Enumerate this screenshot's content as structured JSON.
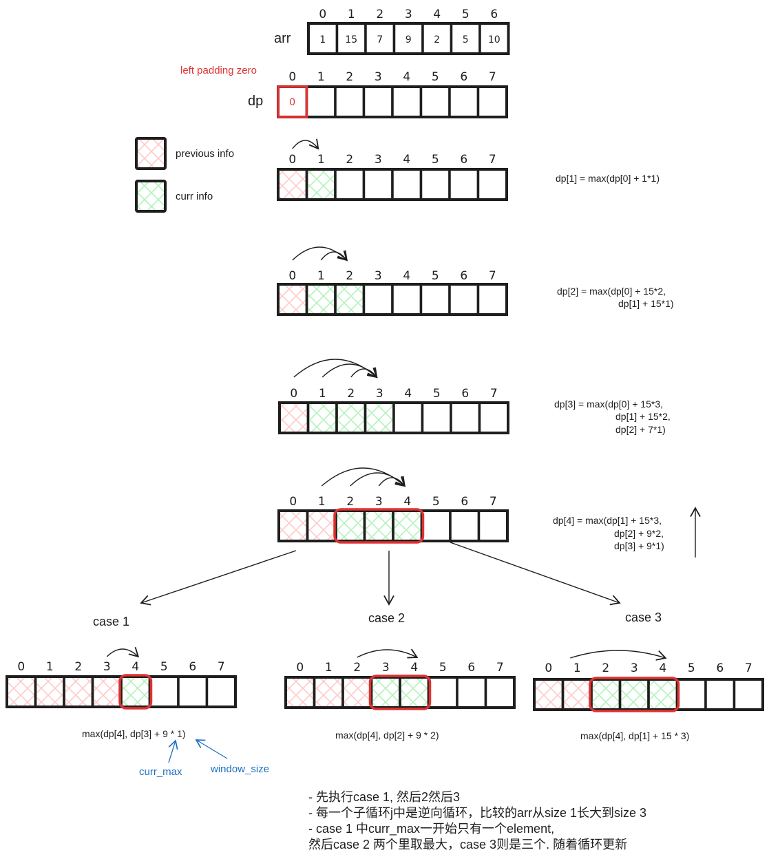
{
  "colors": {
    "stroke": "#1e1e1e",
    "highlight": "#e03131",
    "previous_hatch": "#ffc9c9",
    "current_hatch": "#b2f2bb",
    "annotation_blue": "#1971c2"
  },
  "arr": {
    "label": "arr",
    "indices": [
      "0",
      "1",
      "2",
      "3",
      "4",
      "5",
      "6"
    ],
    "values": [
      "1",
      "15",
      "7",
      "9",
      "2",
      "5",
      "10"
    ]
  },
  "dp": {
    "label": "dp",
    "indices": [
      "0",
      "1",
      "2",
      "3",
      "4",
      "5",
      "6",
      "7"
    ],
    "initial_value": "0",
    "padding_note": "left padding zero"
  },
  "legend": [
    {
      "label": "previous info",
      "kind": "previous"
    },
    {
      "label": "curr info",
      "kind": "current"
    }
  ],
  "steps": [
    {
      "indices": [
        "0",
        "1",
        "2",
        "3",
        "4",
        "5",
        "6",
        "7"
      ],
      "states": [
        "p",
        "c",
        "",
        "",
        "",
        "",
        "",
        ""
      ],
      "arc_sources": [
        0
      ],
      "arc_target": 1,
      "formula": [
        "dp[1] = max(dp[0] + 1*1)"
      ]
    },
    {
      "indices": [
        "0",
        "1",
        "2",
        "3",
        "4",
        "5",
        "6",
        "7"
      ],
      "states": [
        "p",
        "c",
        "c",
        "",
        "",
        "",
        "",
        ""
      ],
      "arc_sources": [
        0,
        1
      ],
      "arc_target": 2,
      "formula": [
        "dp[2] = max(dp[0] + 15*2,",
        "dp[1] + 15*1)"
      ]
    },
    {
      "indices": [
        "0",
        "1",
        "2",
        "3",
        "4",
        "5",
        "6",
        "7"
      ],
      "states": [
        "p",
        "c",
        "c",
        "c",
        "",
        "",
        "",
        ""
      ],
      "arc_sources": [
        0,
        1,
        2
      ],
      "arc_target": 3,
      "formula": [
        "dp[3] = max(dp[0] + 15*3,",
        "dp[1] + 15*2,",
        "dp[2] + 7*1)"
      ]
    },
    {
      "indices": [
        "0",
        "1",
        "2",
        "3",
        "4",
        "5",
        "6",
        "7"
      ],
      "states": [
        "p",
        "p",
        "c",
        "c",
        "c",
        "",
        "",
        ""
      ],
      "arc_sources": [
        1,
        2,
        3
      ],
      "arc_target": 4,
      "highlight": [
        2,
        4
      ],
      "formula": [
        "dp[4] = max(dp[1] + 15*3,",
        "dp[2] + 9*2,",
        "dp[3] + 9*1)"
      ]
    }
  ],
  "cases": [
    {
      "title": "case 1",
      "states": [
        "p",
        "p",
        "p",
        "p",
        "c",
        "",
        "",
        ""
      ],
      "highlight": [
        4,
        4
      ],
      "arc_source": 3,
      "arc_target": 4,
      "formula": "max(dp[4], dp[3] + 9 * 1)",
      "annotations": [
        {
          "label": "curr_max"
        },
        {
          "label": "window_size"
        }
      ]
    },
    {
      "title": "case 2",
      "states": [
        "p",
        "p",
        "p",
        "c",
        "c",
        "",
        "",
        ""
      ],
      "highlight": [
        3,
        4
      ],
      "arc_source": 2,
      "arc_target": 4,
      "formula": "max(dp[4], dp[2] + 9 * 2)",
      "annotations": []
    },
    {
      "title": "case 3",
      "states": [
        "p",
        "p",
        "c",
        "c",
        "c",
        "",
        "",
        ""
      ],
      "highlight": [
        2,
        4
      ],
      "arc_source": 1,
      "arc_target": 4,
      "formula": "max(dp[4], dp[1] + 15 * 3)",
      "annotations": []
    }
  ],
  "notes": [
    "- 先执行case 1, 然后2然后3",
    "- 每一个子循环j中是逆向循环，比较的arr从size 1长大到size 3",
    "- case 1 中curr_max一开始只有一个element,",
    "然后case 2 两个里取最大，case 3则是三个. 随着循环更新"
  ]
}
